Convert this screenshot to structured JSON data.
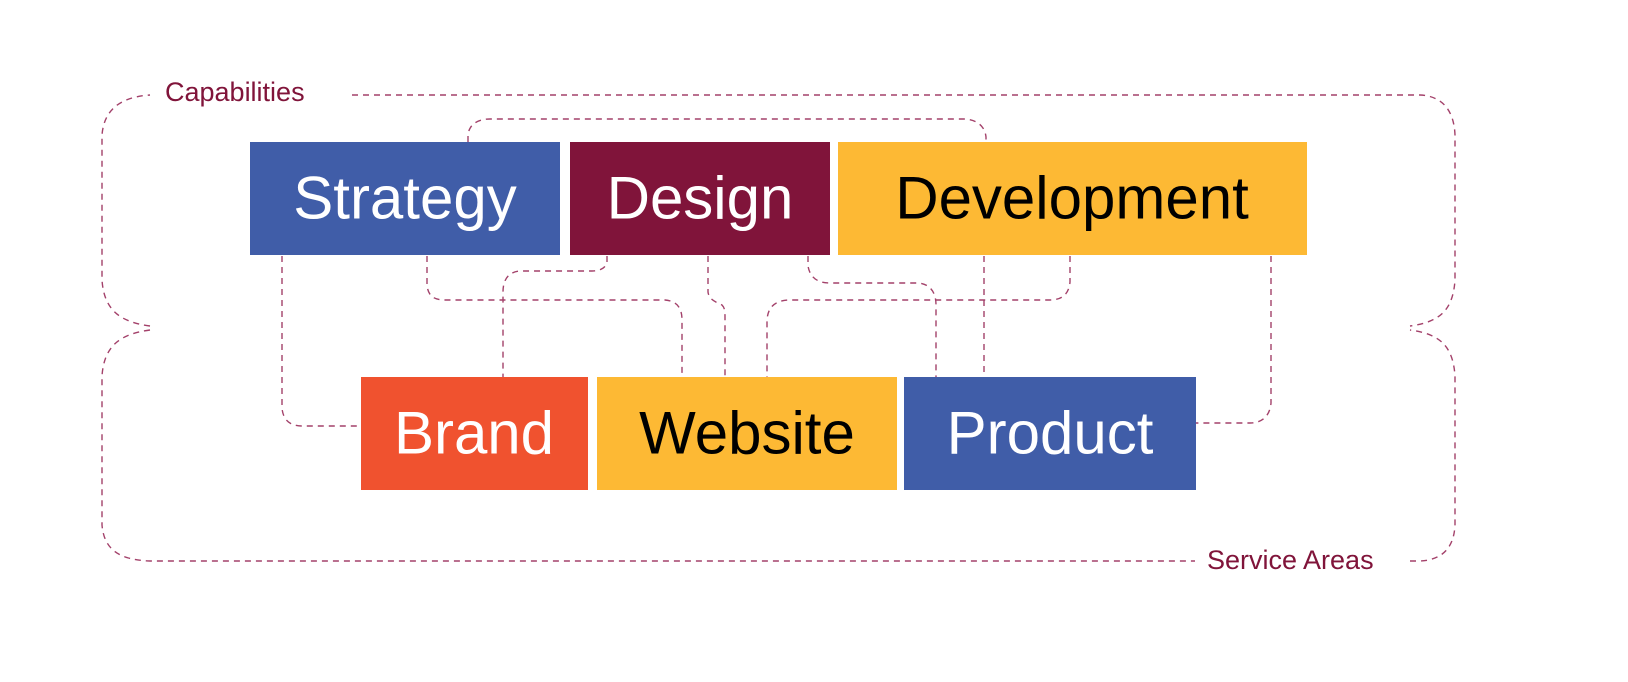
{
  "labels": {
    "capabilities": "Capabilities",
    "service_areas": "Service Areas"
  },
  "capabilities": [
    {
      "label": "Strategy",
      "color": "#405da8",
      "text_color": "#ffffff"
    },
    {
      "label": "Design",
      "color": "#80143a",
      "text_color": "#ffffff"
    },
    {
      "label": "Development",
      "color": "#fdb934",
      "text_color": "#000000"
    }
  ],
  "service_areas": [
    {
      "label": "Brand",
      "color": "#f0522f",
      "text_color": "#ffffff"
    },
    {
      "label": "Website",
      "color": "#fdb934",
      "text_color": "#000000"
    },
    {
      "label": "Product",
      "color": "#405da8",
      "text_color": "#ffffff"
    }
  ],
  "connector_color": "#a3416a"
}
